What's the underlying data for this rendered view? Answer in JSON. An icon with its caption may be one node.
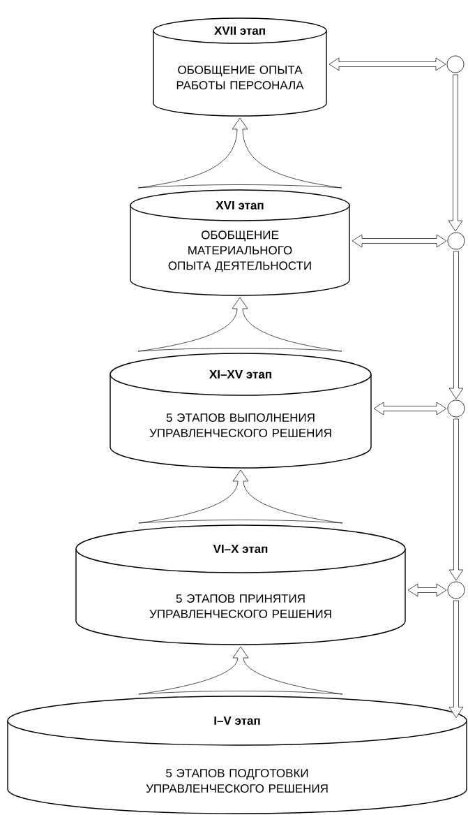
{
  "diagram": {
    "nodes": [
      {
        "text": [
          "XVII этап",
          "ОБОБЩЕНИЕ ОПЫТА РАБОТЫ ПЕРСОНАЛА"
        ]
      },
      {
        "text": [],
        "shape": "circle"
      },
      {
        "text": [
          "XVI этап",
          "ОБОБЩЕНИЕ МАТЕРИАЛЬНОГО ОПЫТА ДЕЯТЕЛЬНОСТИ"
        ]
      },
      {
        "text": [],
        "shape": "circle"
      },
      {
        "text": [
          "XI–XV этап",
          "5 ЭТАПОВ ВЫПОЛНЕНИЯ УПРАВЛЕНЧЕСКОГО РЕШЕНИЯ"
        ]
      },
      {
        "text": [],
        "shape": "circle"
      },
      {
        "text": [
          "VI–X этап",
          "5 ЭТАПОВ ПРИНЯТИЯ УПРАВЛЕНЧЕСКОГО РЕШЕНИЯ"
        ]
      },
      {
        "text": [],
        "shape": "circle"
      },
      {
        "text": [
          "I–V этап",
          "5 ЭТАПОВ ПОДГОТОВКИ УПРАВЛЕНЧЕСКОГО РЕШЕНИЯ"
        ]
      }
    ],
    "edges": [
      {
        "from": 8,
        "to": 6,
        "arrow": "to"
      },
      {
        "from": 6,
        "to": 4,
        "arrow": "to"
      },
      {
        "from": 4,
        "to": 2,
        "arrow": "to"
      },
      {
        "from": 2,
        "to": 0,
        "arrow": "to"
      },
      {
        "from": 0,
        "to": 1,
        "arrow": "both"
      },
      {
        "from": 2,
        "to": 3,
        "arrow": "both"
      },
      {
        "from": 4,
        "to": 5,
        "arrow": "both"
      },
      {
        "from": 6,
        "to": 7,
        "arrow": "both"
      },
      {
        "from": 1,
        "to": 3,
        "arrow": "to"
      },
      {
        "from": 3,
        "to": 5,
        "arrow": "to"
      },
      {
        "from": 5,
        "to": 7,
        "arrow": "to"
      },
      {
        "from": 7,
        "to": 8,
        "arrow": "to"
      }
    ]
  }
}
